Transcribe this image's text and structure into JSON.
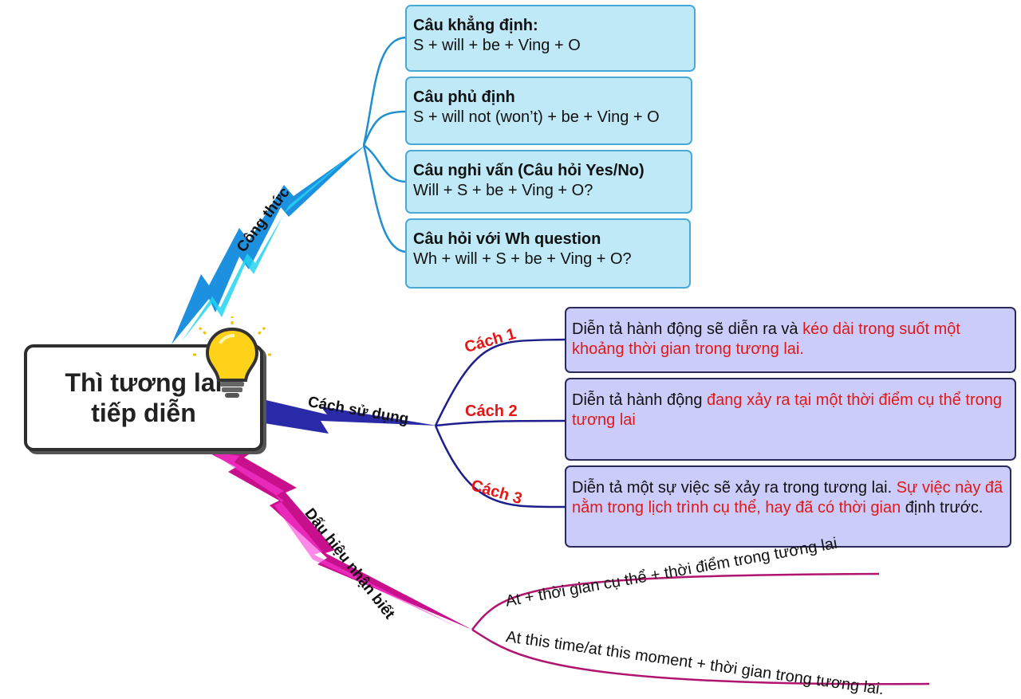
{
  "central": {
    "title_line1": "Thì tương lai",
    "title_line2": "tiếp diễn"
  },
  "branches": {
    "formula": "Công thức",
    "usage": "Cách sử dụng",
    "signs": "Dấu hiệu nhận biết"
  },
  "formula_boxes": [
    {
      "heading": "Câu khẳng định:",
      "text": "S + will + be + Ving + O"
    },
    {
      "heading": "Câu phủ định",
      "text": "S + will not (won’t) + be + Ving + O"
    },
    {
      "heading": "Câu nghi vấn (Câu hỏi Yes/No)",
      "text": "Will + S + be + Ving + O?"
    },
    {
      "heading": "Câu hỏi với Wh question",
      "text": "Wh + will + S + be + Ving + O?"
    }
  ],
  "usages": [
    {
      "label": "Cách 1",
      "plain": "Diễn tả hành động sẽ diễn ra và ",
      "highlight": "kéo dài trong suốt một khoảng thời gian trong tương lai.",
      "tail": ""
    },
    {
      "label": "Cách 2",
      "plain": "Diễn tả hành động ",
      "highlight": "đang xảy ra tại một thời điểm cụ thể trong tương lai",
      "tail": ""
    },
    {
      "label": "Cách 3",
      "plain": "Diễn tả một sự việc sẽ xảy ra trong tương lai. ",
      "highlight": "Sự việc này đã nằm trong lịch trình cụ thể, hay đã có thời gian",
      "tail": " định trước."
    }
  ],
  "signs": [
    "At + thời gian cụ thể + thời điểm trong tương lai",
    "At this time/at this moment + thời gian trong tương lai."
  ],
  "colors": {
    "formula_branch": "#1e90e0",
    "usage_branch": "#2a2aa8",
    "signs_branch": "#c8108c",
    "highlight_text": "#e01818"
  },
  "icons": {
    "central_icon": "lightbulb-icon"
  }
}
